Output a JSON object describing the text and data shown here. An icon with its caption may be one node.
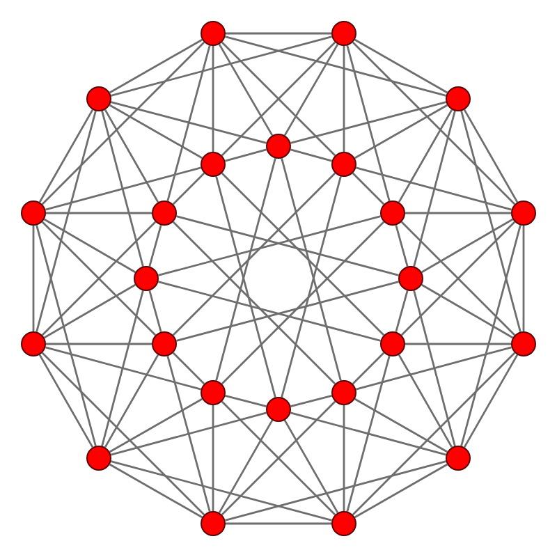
{
  "diagram": {
    "nodes": [
      {
        "text": [],
        "shape": "circle"
      },
      {
        "text": [],
        "shape": "circle"
      },
      {
        "text": [],
        "shape": "circle"
      },
      {
        "text": [],
        "shape": "circle"
      },
      {
        "text": [],
        "shape": "circle"
      },
      {
        "text": [],
        "shape": "circle"
      },
      {
        "text": [],
        "shape": "circle"
      },
      {
        "text": [],
        "shape": "circle"
      },
      {
        "text": [],
        "shape": "circle"
      },
      {
        "text": [],
        "shape": "circle"
      },
      {
        "text": [],
        "shape": "circle"
      },
      {
        "text": [],
        "shape": "circle"
      },
      {
        "text": [],
        "shape": "circle"
      },
      {
        "text": [],
        "shape": "circle"
      },
      {
        "text": [],
        "shape": "circle"
      },
      {
        "text": [],
        "shape": "circle"
      },
      {
        "text": [],
        "shape": "circle"
      },
      {
        "text": [],
        "shape": "circle"
      },
      {
        "text": [],
        "shape": "circle"
      },
      {
        "text": [],
        "shape": "circle"
      },
      {
        "text": [],
        "shape": "circle"
      },
      {
        "text": [],
        "shape": "circle"
      },
      {
        "text": [],
        "shape": "circle"
      },
      {
        "text": [],
        "shape": "circle"
      }
    ],
    "edges": [
      {
        "from": 1,
        "to": 3,
        "arrow": "none"
      },
      {
        "from": 3,
        "to": 10,
        "arrow": "none"
      },
      {
        "from": 10,
        "to": 16,
        "arrow": "none"
      },
      {
        "from": 16,
        "to": 21,
        "arrow": "none"
      },
      {
        "from": 21,
        "to": 23,
        "arrow": "none"
      },
      {
        "from": 23,
        "to": 22,
        "arrow": "none"
      },
      {
        "from": 22,
        "to": 20,
        "arrow": "none"
      },
      {
        "from": 20,
        "to": 13,
        "arrow": "none"
      },
      {
        "from": 13,
        "to": 7,
        "arrow": "none"
      },
      {
        "from": 7,
        "to": 2,
        "arrow": "none"
      },
      {
        "from": 2,
        "to": 0,
        "arrow": "none"
      },
      {
        "from": 0,
        "to": 1,
        "arrow": "none"
      },
      {
        "from": 1,
        "to": 10,
        "arrow": "none"
      },
      {
        "from": 3,
        "to": 16,
        "arrow": "none"
      },
      {
        "from": 10,
        "to": 21,
        "arrow": "none"
      },
      {
        "from": 16,
        "to": 23,
        "arrow": "none"
      },
      {
        "from": 21,
        "to": 22,
        "arrow": "none"
      },
      {
        "from": 23,
        "to": 20,
        "arrow": "none"
      },
      {
        "from": 22,
        "to": 13,
        "arrow": "none"
      },
      {
        "from": 20,
        "to": 7,
        "arrow": "none"
      },
      {
        "from": 13,
        "to": 2,
        "arrow": "none"
      },
      {
        "from": 7,
        "to": 0,
        "arrow": "none"
      },
      {
        "from": 2,
        "to": 1,
        "arrow": "none"
      },
      {
        "from": 0,
        "to": 3,
        "arrow": "none"
      },
      {
        "from": 1,
        "to": 4,
        "arrow": "none"
      },
      {
        "from": 1,
        "to": 6,
        "arrow": "none"
      },
      {
        "from": 1,
        "to": 5,
        "arrow": "none"
      },
      {
        "from": 1,
        "to": 9,
        "arrow": "none"
      },
      {
        "from": 3,
        "to": 6,
        "arrow": "none"
      },
      {
        "from": 3,
        "to": 9,
        "arrow": "none"
      },
      {
        "from": 3,
        "to": 4,
        "arrow": "none"
      },
      {
        "from": 3,
        "to": 12,
        "arrow": "none"
      },
      {
        "from": 10,
        "to": 9,
        "arrow": "none"
      },
      {
        "from": 10,
        "to": 12,
        "arrow": "none"
      },
      {
        "from": 10,
        "to": 6,
        "arrow": "none"
      },
      {
        "from": 10,
        "to": 15,
        "arrow": "none"
      },
      {
        "from": 16,
        "to": 12,
        "arrow": "none"
      },
      {
        "from": 16,
        "to": 15,
        "arrow": "none"
      },
      {
        "from": 16,
        "to": 9,
        "arrow": "none"
      },
      {
        "from": 16,
        "to": 18,
        "arrow": "none"
      },
      {
        "from": 21,
        "to": 15,
        "arrow": "none"
      },
      {
        "from": 21,
        "to": 18,
        "arrow": "none"
      },
      {
        "from": 21,
        "to": 12,
        "arrow": "none"
      },
      {
        "from": 21,
        "to": 19,
        "arrow": "none"
      },
      {
        "from": 23,
        "to": 18,
        "arrow": "none"
      },
      {
        "from": 23,
        "to": 19,
        "arrow": "none"
      },
      {
        "from": 23,
        "to": 15,
        "arrow": "none"
      },
      {
        "from": 23,
        "to": 17,
        "arrow": "none"
      },
      {
        "from": 22,
        "to": 19,
        "arrow": "none"
      },
      {
        "from": 22,
        "to": 17,
        "arrow": "none"
      },
      {
        "from": 22,
        "to": 18,
        "arrow": "none"
      },
      {
        "from": 22,
        "to": 14,
        "arrow": "none"
      },
      {
        "from": 20,
        "to": 17,
        "arrow": "none"
      },
      {
        "from": 20,
        "to": 14,
        "arrow": "none"
      },
      {
        "from": 20,
        "to": 19,
        "arrow": "none"
      },
      {
        "from": 20,
        "to": 11,
        "arrow": "none"
      },
      {
        "from": 13,
        "to": 14,
        "arrow": "none"
      },
      {
        "from": 13,
        "to": 11,
        "arrow": "none"
      },
      {
        "from": 13,
        "to": 17,
        "arrow": "none"
      },
      {
        "from": 13,
        "to": 8,
        "arrow": "none"
      },
      {
        "from": 7,
        "to": 11,
        "arrow": "none"
      },
      {
        "from": 7,
        "to": 8,
        "arrow": "none"
      },
      {
        "from": 7,
        "to": 14,
        "arrow": "none"
      },
      {
        "from": 7,
        "to": 5,
        "arrow": "none"
      },
      {
        "from": 2,
        "to": 8,
        "arrow": "none"
      },
      {
        "from": 2,
        "to": 5,
        "arrow": "none"
      },
      {
        "from": 2,
        "to": 11,
        "arrow": "none"
      },
      {
        "from": 2,
        "to": 4,
        "arrow": "none"
      },
      {
        "from": 0,
        "to": 5,
        "arrow": "none"
      },
      {
        "from": 0,
        "to": 4,
        "arrow": "none"
      },
      {
        "from": 0,
        "to": 8,
        "arrow": "none"
      },
      {
        "from": 0,
        "to": 6,
        "arrow": "none"
      },
      {
        "from": 4,
        "to": 6,
        "arrow": "none"
      },
      {
        "from": 6,
        "to": 9,
        "arrow": "none"
      },
      {
        "from": 9,
        "to": 12,
        "arrow": "none"
      },
      {
        "from": 12,
        "to": 15,
        "arrow": "none"
      },
      {
        "from": 15,
        "to": 18,
        "arrow": "none"
      },
      {
        "from": 18,
        "to": 19,
        "arrow": "none"
      },
      {
        "from": 19,
        "to": 17,
        "arrow": "none"
      },
      {
        "from": 17,
        "to": 14,
        "arrow": "none"
      },
      {
        "from": 14,
        "to": 11,
        "arrow": "none"
      },
      {
        "from": 11,
        "to": 8,
        "arrow": "none"
      },
      {
        "from": 8,
        "to": 5,
        "arrow": "none"
      },
      {
        "from": 5,
        "to": 4,
        "arrow": "none"
      },
      {
        "from": 4,
        "to": 18,
        "arrow": "none"
      },
      {
        "from": 6,
        "to": 19,
        "arrow": "none"
      },
      {
        "from": 9,
        "to": 17,
        "arrow": "none"
      },
      {
        "from": 12,
        "to": 14,
        "arrow": "none"
      },
      {
        "from": 15,
        "to": 11,
        "arrow": "none"
      },
      {
        "from": 18,
        "to": 8,
        "arrow": "none"
      },
      {
        "from": 19,
        "to": 5,
        "arrow": "none"
      },
      {
        "from": 17,
        "to": 4,
        "arrow": "none"
      },
      {
        "from": 14,
        "to": 6,
        "arrow": "none"
      },
      {
        "from": 11,
        "to": 9,
        "arrow": "none"
      },
      {
        "from": 8,
        "to": 12,
        "arrow": "none"
      },
      {
        "from": 5,
        "to": 15,
        "arrow": "none"
      }
    ]
  }
}
